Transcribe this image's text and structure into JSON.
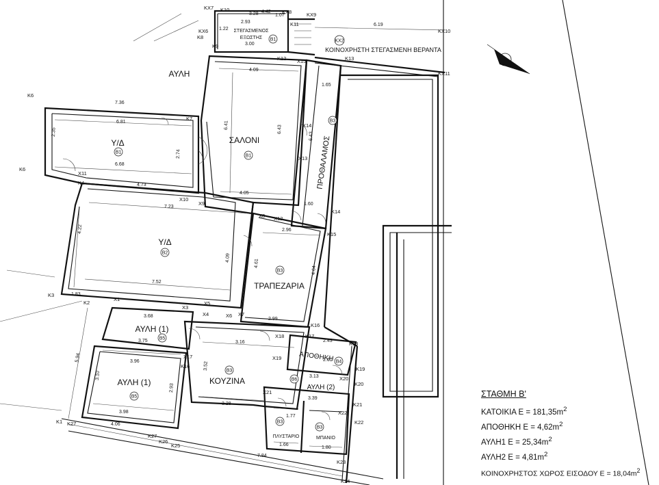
{
  "rooms": {
    "steg_exostis_1": "ΣΤΕΓΑΣΜΕΝΟΣ",
    "steg_exostis_2": "ΕΞΩΣΤΗΣ",
    "koinochristi": "ΚΟΙΝΟΧΡΗΣΤΗ ΣΤΕΓΑΣΜΕΝΗ ΒΕΡΑΝΤΑ",
    "avli_top": "ΑΥΛΗ",
    "yd1": "Υ/Δ",
    "saloni": "ΣΑΛΟΝΙ",
    "prothalamos": "ΠΡΟΘΑΛΑΜΟΣ",
    "yd2": "Υ/Δ",
    "trapezaria": "ΤΡΑΠΕΖΑΡΙΑ",
    "avli1_a": "ΑΥΛΗ (1)",
    "avli1_b": "ΑΥΛΗ (1)",
    "kouzina": "ΚΟΥΖΙΝΑ",
    "apothiki": "ΑΠΟΘΗΚΗ",
    "avli2": "ΑΥΛΗ (2)",
    "plystario": "ΠΛΥΣΤΑΡΙΟ",
    "mpanio": "ΜΠΑΝΙΟ"
  },
  "tags": {
    "b1_steg": "B1",
    "kx2": "KX2",
    "b1_yd": "B1",
    "b1_saloni": "B1",
    "b3_proth": "B3",
    "b2_yd": "B2",
    "b3_trap": "B3",
    "b5_a": "B5",
    "b5_b": "B5",
    "b3_kouz": "B3",
    "b4_apoth": "B4",
    "b6_avli2": "B6",
    "b3_plyst": "B3",
    "b3_mpanio": "B3"
  },
  "points": {
    "kx7": "KX7",
    "k10": "K10",
    "kx8": "KX8",
    "kx9": "KX9",
    "k11": "K11",
    "kx6": "KX6",
    "k8": "K8",
    "k9": "K9",
    "kx10": "KX10",
    "kx11": "KX11",
    "k12": "K12",
    "x15": "X15",
    "k13": "K13",
    "k6a": "K6",
    "k6b": "K6",
    "k7": "K7",
    "x14a": "X14",
    "x13": "X13",
    "x11": "X11",
    "k4": "K4",
    "x10": "X10",
    "x9": "X9",
    "x8": "X8",
    "x12": "X12",
    "k14": "K14",
    "k15": "K15",
    "k3": "K3",
    "k2": "K2",
    "x1": "X1",
    "x3": "X3",
    "x5": "X5",
    "x4": "X4",
    "x6": "X6",
    "x7": "X7",
    "k16": "K16",
    "x18": "X18",
    "k17": "K17",
    "k18": "K18",
    "x17": "X17",
    "k16b": "K16",
    "x19": "X19",
    "k19": "K19",
    "x20": "X20",
    "k20": "K20",
    "x21": "X21",
    "k21": "K21",
    "x22": "X22",
    "k22": "K22",
    "k1": "K1",
    "k27a": "K27",
    "k27b": "K27",
    "k26": "K26",
    "k25": "K25",
    "k23": "K23",
    "k24": "K24"
  },
  "dims": {
    "d442": "4.42",
    "d328": "3.28",
    "d107": "1.07",
    "d619": "6.19",
    "d122": "1.22",
    "d293": "2.93",
    "d300": "3.00",
    "d409": "4.09",
    "d736": "7.36",
    "d681": "6.81",
    "d235": "2.35",
    "d641": "6.41",
    "d643a": "6.43",
    "d643b": "6.43",
    "d274": "2.74",
    "d668": "6.68",
    "d405": "4.05",
    "d473": "4.73",
    "d723": "7.23",
    "d422": "4.22",
    "d609": "4.09",
    "d461": "4.61",
    "d464": "4.64",
    "d296": "2.96",
    "d752": "7.52",
    "d160": "1.60",
    "d165": "1.65",
    "d299": "2.99",
    "d368": "3.68",
    "d375": "3.75",
    "d396": "3.96",
    "d316": "3.16",
    "d352": "3.52",
    "d310": "3.10",
    "d293b": "2.93",
    "d398": "3.98",
    "d594": "5.94",
    "d328b": "3.28",
    "d339": "3.39",
    "d313": "3.13",
    "d166": "1.66",
    "d180": "1.80",
    "d784": "7.84",
    "d406": "4.06",
    "d243": "2.43",
    "d261": "2.61",
    "d177": "1.77",
    "d183": "1.83"
  },
  "legend": {
    "title": "ΣΤΑΘΜΗ Β'",
    "l1": "ΚΑΤΟΙΚΙΑ Ε = 181,35m",
    "l2": "ΑΠΟΘΗΚΗ Ε = 4,62m",
    "l3": "ΑΥΛΗ1 Ε = 25,34m",
    "l4": "ΑΥΛΗ2 Ε = 4,81m",
    "l5": "ΚΟΙΝΟΧΡΗΣΤΟΣ ΧΩΡΟΣ ΕΙΣΟΔΟΥ Ε = 18,04m",
    "sup": "2"
  }
}
